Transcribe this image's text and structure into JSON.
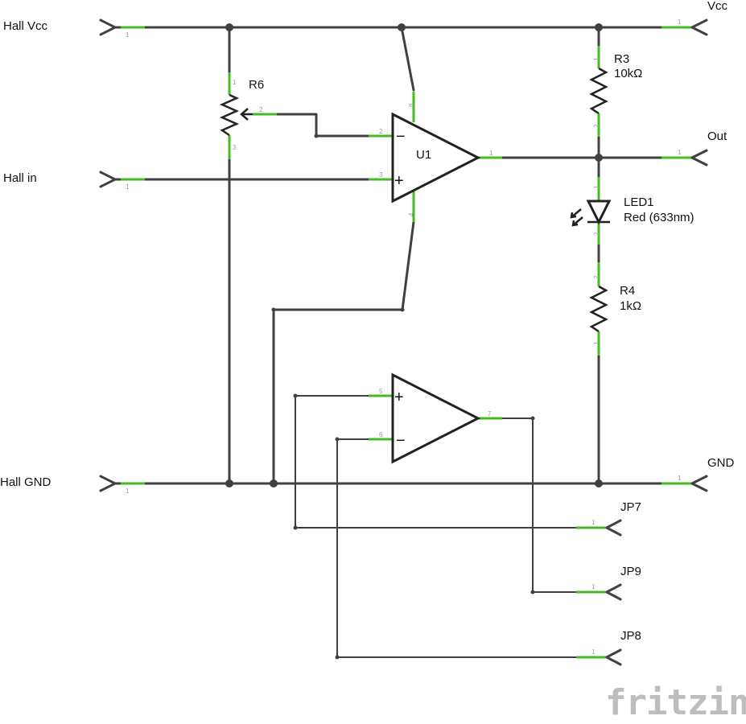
{
  "connectors": {
    "hall_vcc": "Hall Vcc",
    "hall_in": "Hall in",
    "hall_gnd": "Hall GND",
    "vcc": "Vcc",
    "out": "Out",
    "gnd": "GND",
    "jp7": "JP7",
    "jp9": "JP9",
    "jp8": "JP8"
  },
  "components": {
    "r6": {
      "name": "R6"
    },
    "u1": {
      "name": "U1"
    },
    "r3": {
      "name": "R3",
      "value": "10kΩ"
    },
    "r4": {
      "name": "R4",
      "value": "1kΩ"
    },
    "led1": {
      "name": "LED1",
      "value": "Red (633nm)"
    }
  },
  "pins": {
    "one": "1",
    "two": "2",
    "three": "3",
    "four": "4",
    "five": "5",
    "six": "6",
    "seven": "7",
    "eight": "8"
  },
  "signs": {
    "plus": "+",
    "minus": "−"
  },
  "watermark": "fritzing",
  "colors": {
    "wire": "#404040",
    "pin": "#44bb22",
    "watermark": "#bdbdbd"
  }
}
